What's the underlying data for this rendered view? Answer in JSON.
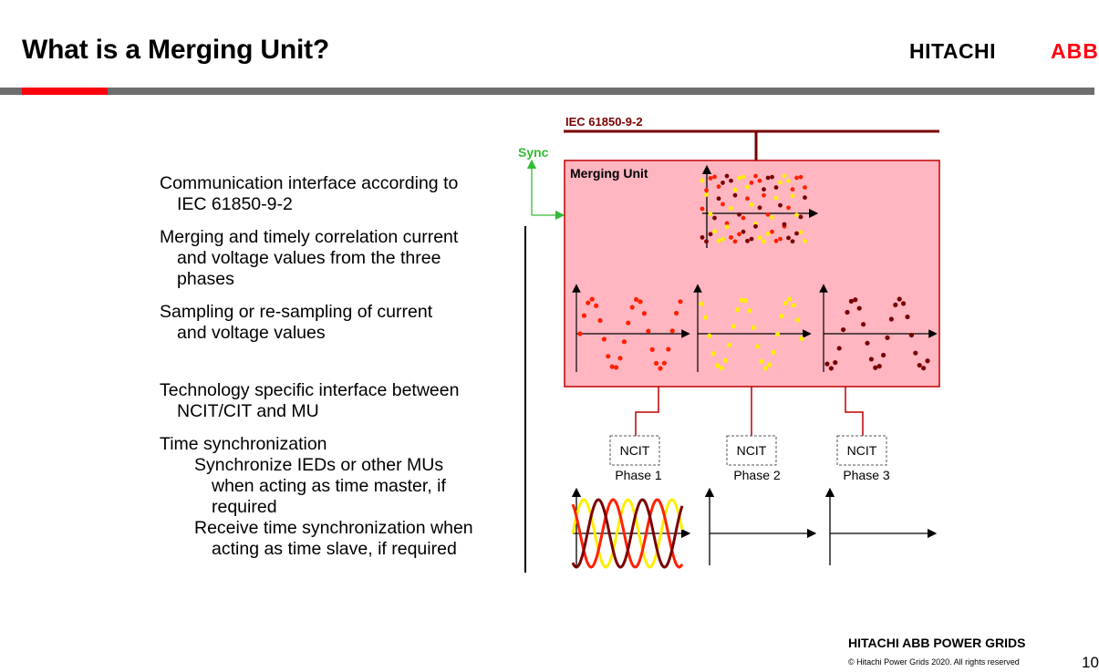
{
  "header": {
    "title": "What is a Merging Unit?",
    "logo_hitachi": "HITACHI",
    "logo_abb": "ABB"
  },
  "bullets": [
    {
      "line1": "Communication interface according to",
      "line2": "IEC 61850-9-2"
    },
    {
      "line1": "Merging and timely correlation current",
      "line2": "and voltage values from the three",
      "line3": "phases"
    },
    {
      "line1": "Sampling or re-sampling of current",
      "line2": "and voltage values"
    },
    {
      "line1": "Technology specific interface between",
      "line2": "NCIT/CIT and MU"
    },
    {
      "line1": "Time synchronization",
      "sub1_a": "Synchronize IEDs or other MUs",
      "sub1_b": "when acting as time master, if",
      "sub1_c": "required",
      "sub2_a": "Receive time synchronization when",
      "sub2_b": "acting as time slave, if required"
    }
  ],
  "diagram": {
    "bus_label": "IEC 61850-9-2",
    "sync_label": "Sync",
    "mu_label": "Merging Unit",
    "ncit_label": "NCIT",
    "phases": [
      "Phase 1",
      "Phase 2",
      "Phase 3"
    ],
    "colors": {
      "bus": "#7a0000",
      "mu_fill": "#ffb6c1",
      "mu_border": "#c00000",
      "sync": "#33bb33",
      "phase1": "#ff2000",
      "phase2": "#ffee00",
      "phase3": "#7a0000"
    }
  },
  "footer": {
    "brand": "HITACHI ABB POWER GRIDS",
    "copyright": "© Hitachi Power Grids 2020. All rights reserved",
    "page": "10"
  }
}
